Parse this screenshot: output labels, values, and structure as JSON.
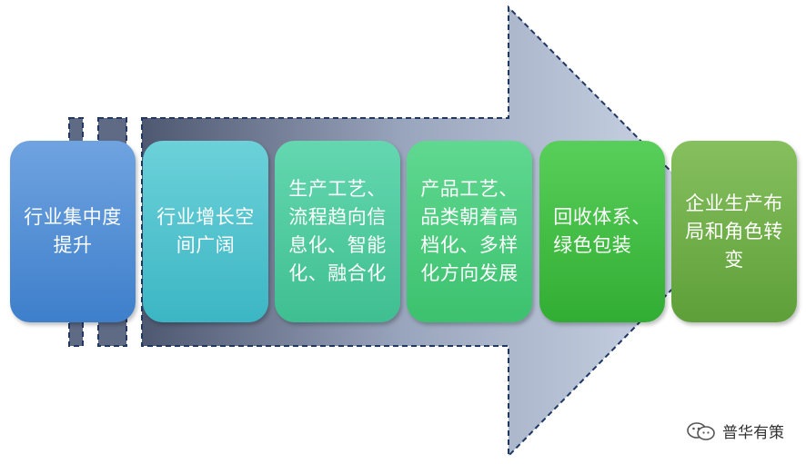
{
  "steps": [
    {
      "label": "行业集中度\n提升",
      "color": "#4f8fd6"
    },
    {
      "label": "行业增长空\n间广阔",
      "color": "#4ec3cf"
    },
    {
      "label": "生产工艺、\n流程趋向信\n息化、智能\n化、融合化",
      "color": "#4ccba0"
    },
    {
      "label": "产品工艺、\n品类朝着高\n档化、多样\n化方向发展",
      "color": "#4ccd7f"
    },
    {
      "label": "回收体系、\n绿色包装",
      "color": "#43bf45"
    },
    {
      "label": "企业生产布\n局和角色转\n变",
      "color": "#72b04b"
    }
  ],
  "watermark": {
    "text": "普华有策",
    "icon": "wechat-icon"
  },
  "arrow": {
    "fill_start": "#5b6680",
    "fill_end": "#c9d3e6",
    "border": "#1f3864"
  }
}
